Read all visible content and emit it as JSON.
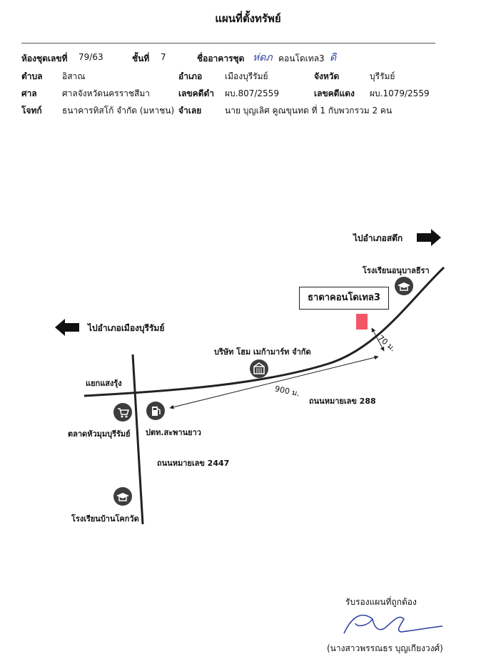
{
  "header": {
    "title": "แผนที่ตั้งทรัพย์",
    "rows": [
      [
        {
          "label": "ห้องชุดเลขที่",
          "value": "79/63"
        },
        {
          "label": "ชั้นที่",
          "value": "7"
        },
        {
          "label": "ชื่ออาคารชุด",
          "value": "คอนโดเทล3"
        }
      ],
      [
        {
          "label": "ตำบล",
          "value": "อิสาณ"
        },
        {
          "label": "อำเภอ",
          "value": "เมืองบุรีรัมย์"
        },
        {
          "label": "จังหวัด",
          "value": "บุรีรัมย์"
        }
      ],
      [
        {
          "label": "ศาล",
          "value": "ศาลจังหวัดนครราชสีมา"
        },
        {
          "label": "เลขคดีดำ",
          "value": "ผบ.807/2559"
        },
        {
          "label": "เลขคดีแดง",
          "value": "ผบ.1079/2559"
        }
      ],
      [
        {
          "label": "โจทก์",
          "value": "ธนาคารทิสโก้ จำกัด (มหาชน)"
        },
        {
          "label": "จำเลย",
          "value": "นาย บุญเลิศ คูณขุนทด  ที่ 1  กับพวกรวม 2 คน"
        }
      ]
    ],
    "handwritten_1": "ห่ดภ",
    "handwritten_2": "ดิ"
  },
  "map": {
    "dir_east": "ไปอำเภอสตึก",
    "dir_west": "ไปอำเภอเมืองบุรีรัมย์",
    "property_name": "ธาดาคอนโดเทล3",
    "school_1": "โรงเรียนอนุบาลธีรา",
    "company": "บริษัท โฮม เมก้ามาร์ท จำกัด",
    "intersection": "แยกแสงรุ้ง",
    "market": "ตลาดหัวมุมบุรีรัมย์",
    "gas_station": "ปตท.สะพานยาว",
    "dist_900": "900 ม.",
    "dist_70": "70 ม.",
    "road_288": "ถนนหมายเลข 288",
    "road_2447": "ถนนหมายเลข 2447",
    "school_2": "โรงเรียนบ้านโคกวัด"
  },
  "footer": {
    "certify": "รับรองแผนที่ถูกต้อง",
    "signer": "(นางสาวพรรณธร บุญเกียงวงศ์)"
  },
  "colors": {
    "property_marker": "#f25667",
    "icon": "#3d3d3d",
    "pen": "#2a3ea0"
  },
  "icons": [
    "arrow-right-icon",
    "arrow-left-icon",
    "school-icon",
    "company-building-icon",
    "shopping-cart-icon",
    "gas-pump-icon"
  ]
}
